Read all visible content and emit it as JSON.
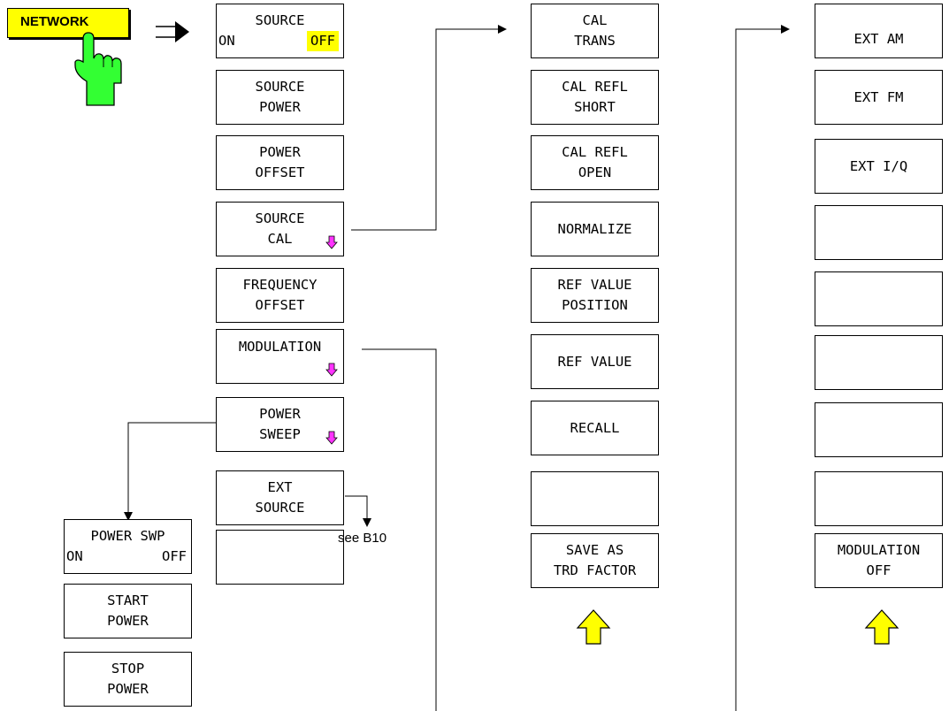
{
  "hardkey": {
    "label": "NETWORK"
  },
  "network_menu": {
    "source_on_off": {
      "title": "SOURCE",
      "on": "ON",
      "off": "OFF",
      "active": "OFF"
    },
    "source_power": {
      "line1": "SOURCE",
      "line2": "POWER"
    },
    "power_offset": {
      "line1": "POWER",
      "line2": "OFFSET"
    },
    "source_cal": {
      "line1": "SOURCE",
      "line2": "CAL"
    },
    "frequency_offset": {
      "line1": "FREQUENCY",
      "line2": "OFFSET"
    },
    "modulation": {
      "line1": "MODULATION",
      "line2": ""
    },
    "power_sweep": {
      "line1": "POWER",
      "line2": "SWEEP"
    },
    "ext_source": {
      "line1": "EXT",
      "line2": "SOURCE"
    }
  },
  "power_sweep_menu": {
    "power_swp": {
      "title": "POWER SWP",
      "on": "ON",
      "off": "OFF"
    },
    "start_power": {
      "line1": "START",
      "line2": "POWER"
    },
    "stop_power": {
      "line1": "STOP",
      "line2": "POWER"
    }
  },
  "see_b10": "see B10",
  "source_cal_menu": {
    "cal_trans": {
      "line1": "CAL",
      "line2": "TRANS"
    },
    "cal_refl_short": {
      "line1": "CAL REFL",
      "line2": "SHORT"
    },
    "cal_refl_open": {
      "line1": "CAL REFL",
      "line2": "OPEN"
    },
    "normalize": {
      "line1": "NORMALIZE"
    },
    "ref_value_position": {
      "line1": "REF VALUE",
      "line2": "POSITION"
    },
    "ref_value": {
      "line1": "REF VALUE"
    },
    "recall": {
      "line1": "RECALL"
    },
    "save_as_trd_factor": {
      "line1": "SAVE AS",
      "line2": "TRD FACTOR"
    }
  },
  "modulation_menu": {
    "ext_am": {
      "line1": "EXT AM"
    },
    "ext_fm": {
      "line1": "EXT FM"
    },
    "ext_iq": {
      "line1": "EXT I/Q"
    },
    "modulation_off": {
      "line1": "MODULATION",
      "line2": "OFF"
    }
  },
  "colors": {
    "hardkey_bg": "#ffff00",
    "hand_fill": "#33ff33",
    "submenu_arrow": "#ff33ff",
    "back_arrow": "#ffff00"
  }
}
